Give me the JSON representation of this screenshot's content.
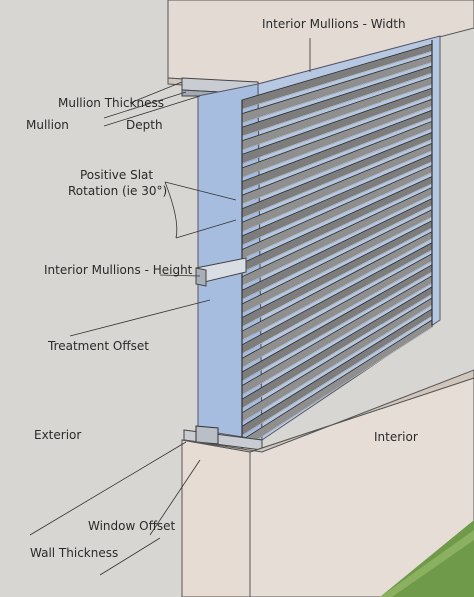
{
  "labels": {
    "interior_mullions_width": "Interior Mullions - Width",
    "mullion_thickness": "Mullion Thickness",
    "mullion": "Mullion",
    "depth": "Depth",
    "positive_slat_rotation_line1": "Positive Slat",
    "positive_slat_rotation_line2": "Rotation (ie 30°)",
    "interior_mullions_height": "Interior Mullions - Height",
    "treatment_offset": "Treatment Offset",
    "exterior": "Exterior",
    "interior": "Interior",
    "window_offset": "Window Offset",
    "wall_thickness": "Wall Thickness"
  },
  "colors": {
    "wall": "#d7d6d3",
    "wall_face": "#e6dcd4",
    "glass": "#a7bde0",
    "slat": "#8b8b8b",
    "grass": "#6f9a4a"
  }
}
